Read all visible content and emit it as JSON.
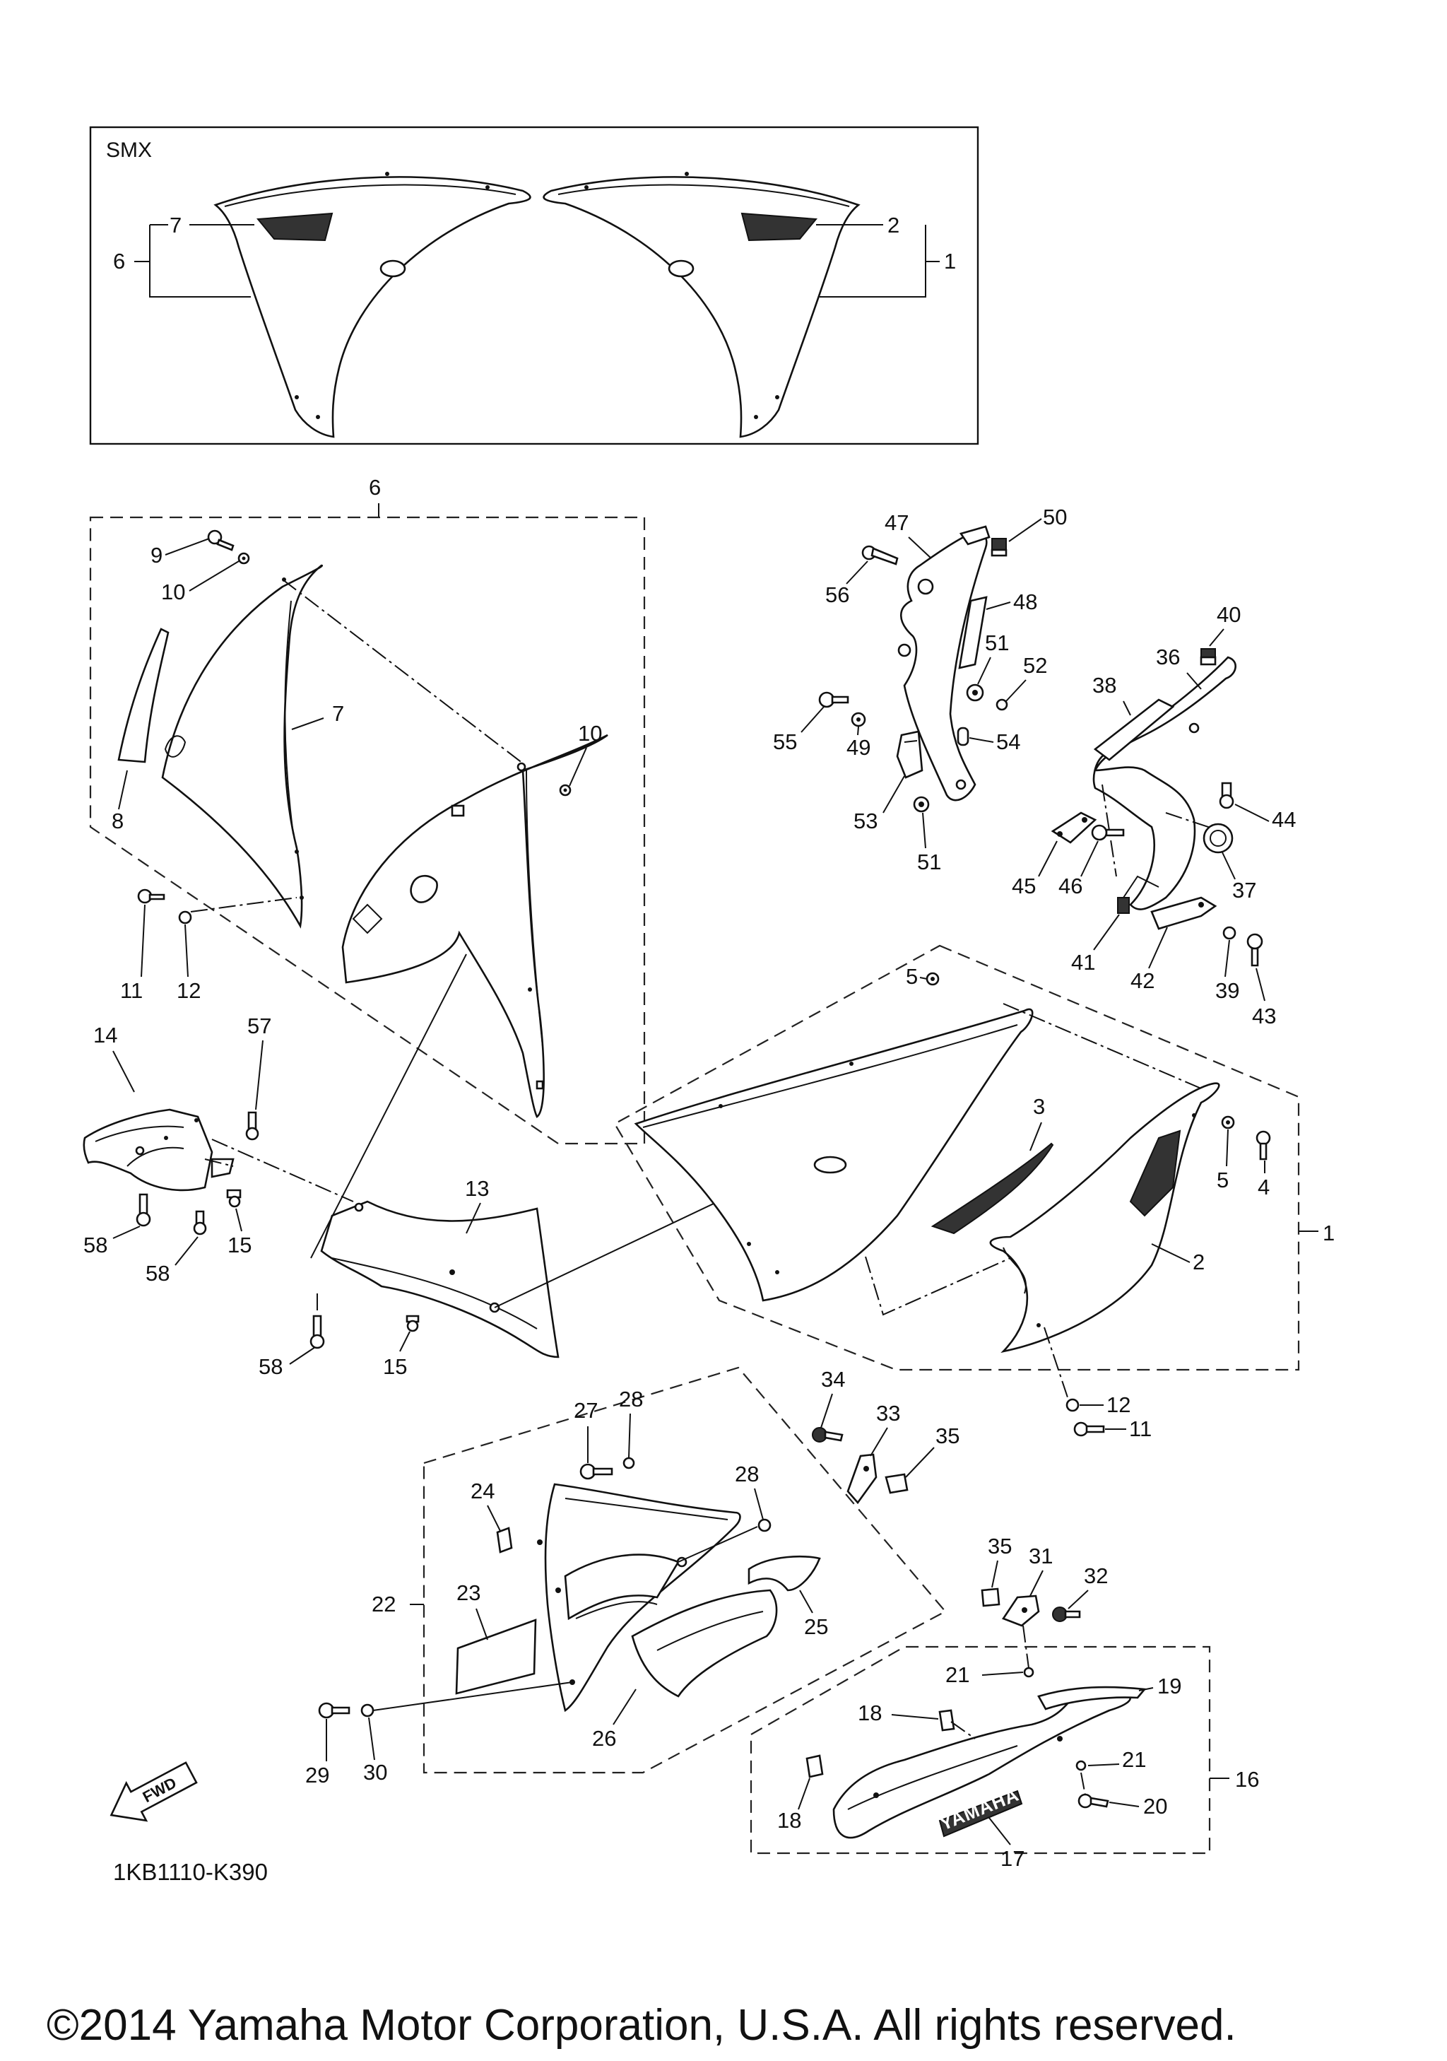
{
  "diagram_code": "1KB1110-K390",
  "copyright": "©2014 Yamaha Motor Corporation, U.S.A. All rights reserved.",
  "inset_label": "SMX",
  "fwd_label": "FWD",
  "logo_label": "YAMAHA",
  "callouts": {
    "c1": "1",
    "c2": "2",
    "c3": "3",
    "c4": "4",
    "c5": "5",
    "c6": "6",
    "c7": "7",
    "c8": "8",
    "c9": "9",
    "c10": "10",
    "c11": "11",
    "c12": "12",
    "c13": "13",
    "c14": "14",
    "c15": "15",
    "c16": "16",
    "c17": "17",
    "c18": "18",
    "c19": "19",
    "c20": "20",
    "c21": "21",
    "c22": "22",
    "c23": "23",
    "c24": "24",
    "c25": "25",
    "c26": "26",
    "c27": "27",
    "c28": "28",
    "c29": "29",
    "c30": "30",
    "c31": "31",
    "c32": "32",
    "c33": "33",
    "c34": "34",
    "c35": "35",
    "c36": "36",
    "c37": "37",
    "c38": "38",
    "c39": "39",
    "c40": "40",
    "c41": "41",
    "c42": "42",
    "c43": "43",
    "c44": "44",
    "c45": "45",
    "c46": "46",
    "c47": "47",
    "c48": "48",
    "c49": "49",
    "c50": "50",
    "c51": "51",
    "c52": "52",
    "c53": "53",
    "c54": "54",
    "c55": "55",
    "c56": "56",
    "c57": "57",
    "c58": "58"
  }
}
